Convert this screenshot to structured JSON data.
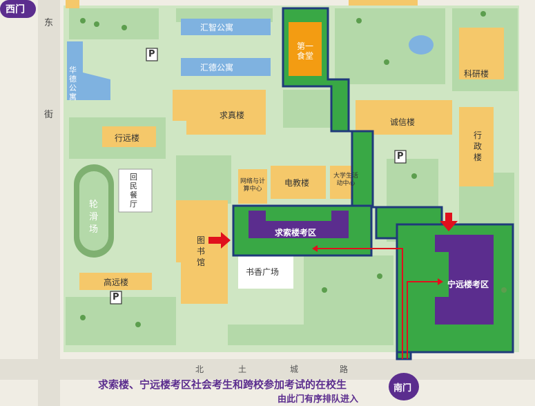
{
  "labels": {
    "west_gate": "西门",
    "south_gate": "南门",
    "road_left": [
      "东",
      "街"
    ],
    "road_bottom": [
      "北",
      "土",
      "城",
      "路"
    ],
    "huazhi": "汇智公寓",
    "huade": "汇德公寓",
    "huade_left": "华德公寓",
    "canteen": "第一食堂",
    "keyan": "科研楼",
    "qiuzhen": "求真楼",
    "chengxin": "诚信楼",
    "xingyuan": "行远楼",
    "xingzheng": "行政楼",
    "lunhua": "轮滑场",
    "huimin": "回民餐厅",
    "wangluo": "网络与计算中心",
    "dianjiao": "电教楼",
    "daxuesheng": "大学生活动中心",
    "qiusuo_zone": "求索楼考区",
    "tushuguan": "图书馆",
    "shuxiang": "书香广场",
    "ningyuan_zone": "宁远楼考区",
    "gaoyuan": "高远楼",
    "parking": "P"
  },
  "notice": {
    "line1": "求索楼、宁远楼考区社会考生和跨校参加考试的在校生",
    "line2": "由此门有序排队进入"
  },
  "colors": {
    "grass": "#b4d9a9",
    "road": "#f0ede4",
    "building": "#f5c86a",
    "exam_green": "#39a845",
    "exam_border": "#1f3a7a",
    "exam_building": "#5b2d8e",
    "canteen": "#f39c12",
    "apartment": "#7fb2e0",
    "gate": "#5b2d8e",
    "arrow": "#e0101d"
  }
}
